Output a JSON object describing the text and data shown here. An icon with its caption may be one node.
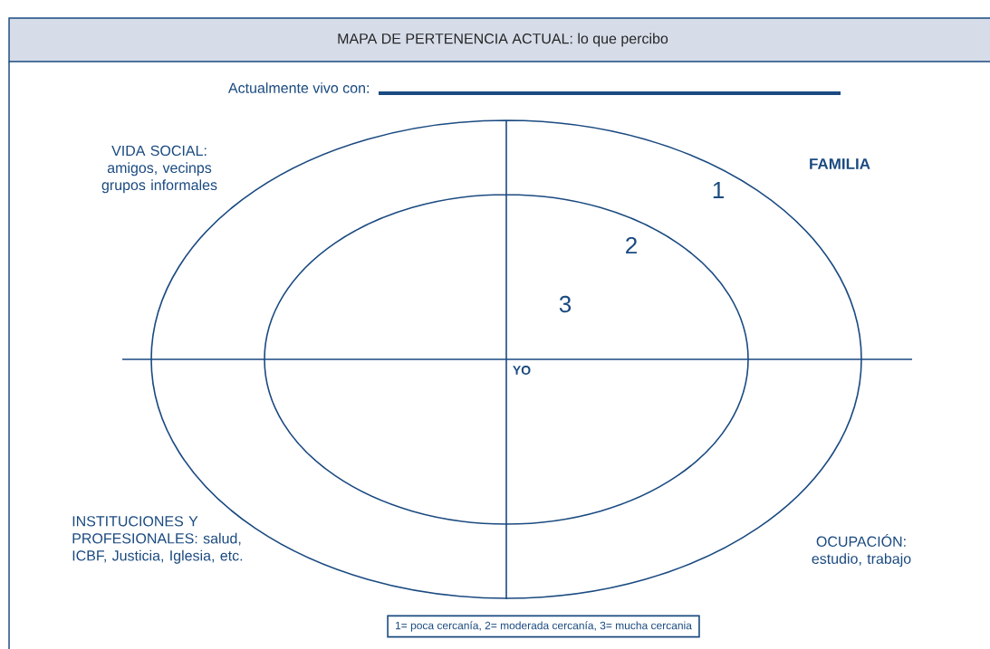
{
  "diagram": {
    "title": "MAPA DE PERTENENCIA ACTUAL: lo que percibo",
    "nodes": [
      {
        "text": [
          "1= poca cercanía,   2= moderada cercanía,   3= mucha cercania"
        ]
      }
    ],
    "labels": [
      "Actualmente vivo con:",
      "VIDA SOCIAL: amigos, vecinps grupos informales",
      "FAMILIA",
      "1",
      "2",
      "3",
      "YO",
      "INSTITUCIONES Y PROFESIONALES: salud, ICBF, Justicia, Iglesia, etc.",
      "OCUPACIÓN: estudio, trabajo"
    ]
  }
}
